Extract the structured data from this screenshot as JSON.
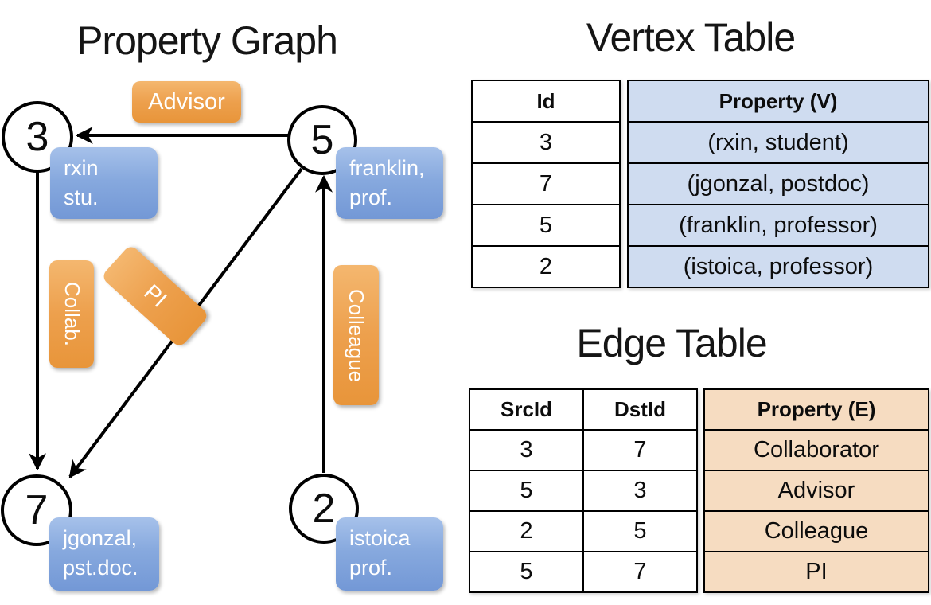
{
  "titles": {
    "graph": "Property Graph",
    "vertex_table": "Vertex Table",
    "edge_table": "Edge Table"
  },
  "graph": {
    "nodes": [
      {
        "id": "3",
        "property_lines": [
          "rxin",
          "stu."
        ]
      },
      {
        "id": "5",
        "property_lines": [
          "franklin,",
          "prof."
        ]
      },
      {
        "id": "7",
        "property_lines": [
          "jgonzal,",
          "pst.doc."
        ]
      },
      {
        "id": "2",
        "property_lines": [
          "istoica",
          "prof."
        ]
      }
    ],
    "edge_labels": {
      "advisor": "Advisor",
      "collab": "Collab.",
      "pi": "PI",
      "colleague": "Colleague"
    },
    "edges": [
      {
        "from": "5",
        "to": "3",
        "label": "Advisor"
      },
      {
        "from": "3",
        "to": "7",
        "label": "Collab."
      },
      {
        "from": "5",
        "to": "7",
        "label": "PI"
      },
      {
        "from": "2",
        "to": "5",
        "label": "Colleague"
      }
    ]
  },
  "vertex_table": {
    "columns": [
      "Id",
      "Property (V)"
    ],
    "rows": [
      [
        "3",
        "(rxin, student)"
      ],
      [
        "7",
        "(jgonzal, postdoc)"
      ],
      [
        "5",
        "(franklin, professor)"
      ],
      [
        "2",
        "(istoica, professor)"
      ]
    ]
  },
  "edge_table": {
    "columns": [
      "SrcId",
      "DstId",
      "Property (E)"
    ],
    "rows": [
      [
        "3",
        "7",
        "Collaborator"
      ],
      [
        "5",
        "3",
        "Advisor"
      ],
      [
        "2",
        "5",
        "Colleague"
      ],
      [
        "5",
        "7",
        "PI"
      ]
    ]
  },
  "colors": {
    "edge_label_orange_top": "#f4b76f",
    "edge_label_orange_bottom": "#e8953a",
    "vertex_box_blue_top": "#a6c1ea",
    "vertex_box_blue_bottom": "#7398d6",
    "vertex_table_fill": "#cfdcf0",
    "edge_table_fill": "#f6dcc1",
    "line_color": "#000000",
    "text_on_boxes": "#ffffff"
  }
}
